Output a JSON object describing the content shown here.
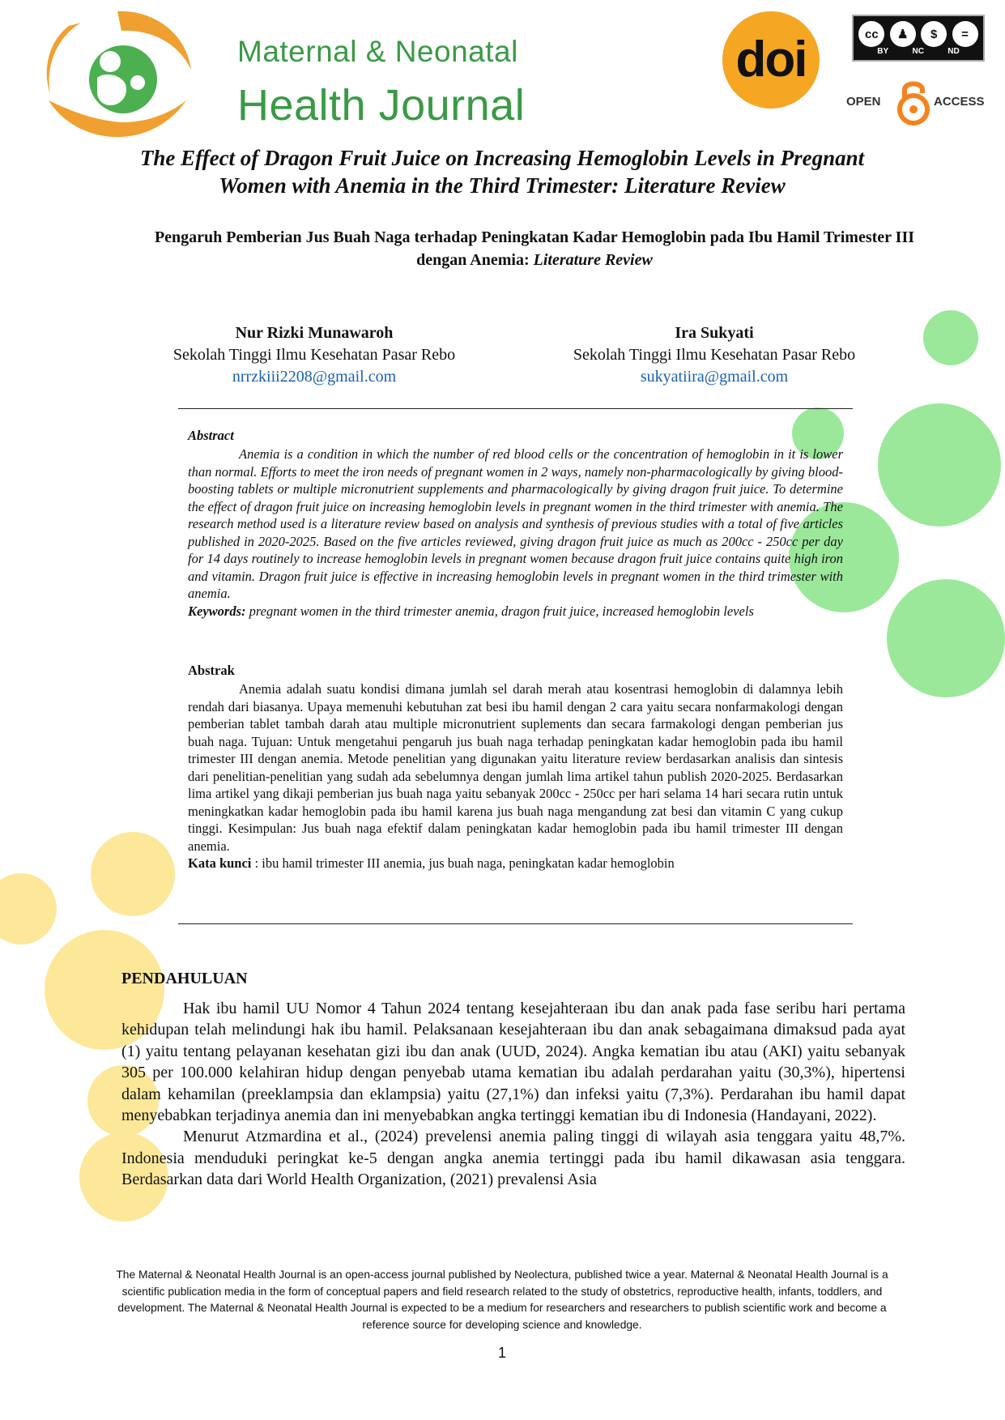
{
  "header": {
    "journal_line1": "Maternal & Neonatal",
    "journal_line2": "Health Journal",
    "doi_badge": "doi",
    "license": {
      "icons": [
        "cc",
        "by-person-icon",
        "nc-dollar-icon",
        "nd-equals-icon"
      ],
      "labels": [
        "BY",
        "NC",
        "ND"
      ]
    },
    "open_access": {
      "left": "OPEN",
      "right": "ACCESS"
    },
    "colors": {
      "journal_green": "#3a9a45",
      "logo_orange": "#f0a030",
      "doi_orange": "#f5a623",
      "oa_orange": "#f5821f"
    }
  },
  "title": {
    "english": "The Effect of Dragon Fruit Juice on Increasing Hemoglobin Levels in Pregnant Women with Anemia in the Third Trimester: Literature Review",
    "indonesian_main": "Pengaruh Pemberian Jus Buah Naga terhadap Peningkatan Kadar Hemoglobin pada Ibu Hamil Trimester III dengan Anemia: ",
    "indonesian_italic": "Literature Review"
  },
  "authors": [
    {
      "name": "Nur Rizki Munawaroh",
      "affiliation": "Sekolah Tinggi Ilmu Kesehatan Pasar Rebo",
      "email": "nrrzkiii2208@gmail.com"
    },
    {
      "name": "Ira Sukyati",
      "affiliation": "Sekolah Tinggi Ilmu Kesehatan Pasar Rebo",
      "email": "sukyatiira@gmail.com"
    }
  ],
  "abstract_en": {
    "heading": "Abstract",
    "body": "Anemia is a condition in which the number of red blood cells or the concentration of hemoglobin in it is lower than normal. Efforts to meet the iron needs of pregnant women in 2 ways, namely non-pharmacologically by giving blood-boosting tablets or multiple micronutrient supplements and pharmacologically by giving dragon fruit juice. To determine the effect of dragon fruit juice on increasing hemoglobin levels in pregnant women in the third trimester with anemia. The research method used is a literature review based on analysis and synthesis of previous studies with a total of five articles published in 2020-2025. Based on the five articles reviewed, giving dragon fruit juice as much as 200cc - 250cc per day for 14 days routinely to increase hemoglobin levels in pregnant women because dragon fruit juice contains quite high iron and vitamin. Dragon fruit juice is effective in increasing hemoglobin levels in pregnant women in the third trimester with anemia.",
    "keywords_label": "Keywords:",
    "keywords": " pregnant women in the third trimester anemia, dragon fruit juice, increased hemoglobin levels"
  },
  "abstract_id": {
    "heading": "Abstrak",
    "body": "Anemia adalah suatu kondisi dimana jumlah sel darah merah atau kosentrasi hemoglobin di dalamnya lebih rendah dari biasanya. Upaya memenuhi kebutuhan zat besi ibu hamil dengan 2 cara yaitu secara nonfarmakologi dengan pemberian tablet tambah darah atau multiple micronutrient suplements dan secara farmakologi dengan pemberian jus buah naga. Tujuan: Untuk mengetahui pengaruh jus buah naga terhadap peningkatan kadar hemoglobin pada ibu hamil trimester III dengan anemia. Metode penelitian yang digunakan yaitu literature review berdasarkan analisis dan sintesis dari penelitian-penelitian yang sudah ada sebelumnya dengan jumlah lima artikel tahun publish 2020-2025. Berdasarkan lima artikel yang dikaji pemberian jus buah naga yaitu sebanyak 200cc - 250cc per hari selama 14 hari secara rutin untuk meningkatkan kadar hemoglobin pada ibu hamil karena jus buah naga mengandung zat besi dan vitamin C yang cukup tinggi. Kesimpulan: Jus buah naga efektif dalam peningkatan kadar hemoglobin pada ibu hamil trimester III dengan anemia.",
    "keywords_label": "Kata kunci",
    "keywords": " : ibu hamil trimester III anemia, jus buah naga, peningkatan kadar hemoglobin"
  },
  "section": {
    "heading": "PENDAHULUAN",
    "paragraphs": [
      "Hak ibu hamil UU Nomor 4 Tahun 2024 tentang kesejahteraan ibu dan anak pada fase seribu hari pertama kehidupan telah melindungi hak ibu hamil. Pelaksanaan kesejahteraan ibu dan anak sebagaimana dimaksud pada ayat (1) yaitu tentang pelayanan kesehatan gizi ibu dan anak (UUD, 2024). Angka kematian ibu atau (AKI) yaitu sebanyak 305 per 100.000 kelahiran hidup dengan penyebab utama kematian ibu adalah perdarahan yaitu (30,3%), hipertensi dalam kehamilan (preeklampsia dan eklampsia) yaitu (27,1%) dan infeksi yaitu (7,3%). Perdarahan ibu hamil dapat menyebabkan terjadinya anemia dan ini menyebabkan angka tertinggi kematian ibu di Indonesia (Handayani, 2022).",
      "Menurut Atzmardina et al., (2024) prevelensi anemia paling tinggi di wilayah asia tenggara yaitu 48,7%. Indonesia menduduki peringkat ke-5 dengan angka anemia tertinggi pada ibu hamil dikawasan asia tenggara. Berdasarkan data dari World Health Organization, (2021) prevalensi Asia"
    ]
  },
  "footer": {
    "note": "The Maternal & Neonatal Health Journal is an open-access journal published by Neolectura, published twice a year. Maternal & Neonatal Health Journal is a scientific publication media in the form of conceptual papers and field research related to the study of obstetrics, reproductive health, infants, toddlers, and development. The Maternal & Neonatal Health Journal is expected to be a medium for researchers and researchers to publish scientific work and become a reference source for developing science and knowledge.",
    "page_number": "1"
  }
}
